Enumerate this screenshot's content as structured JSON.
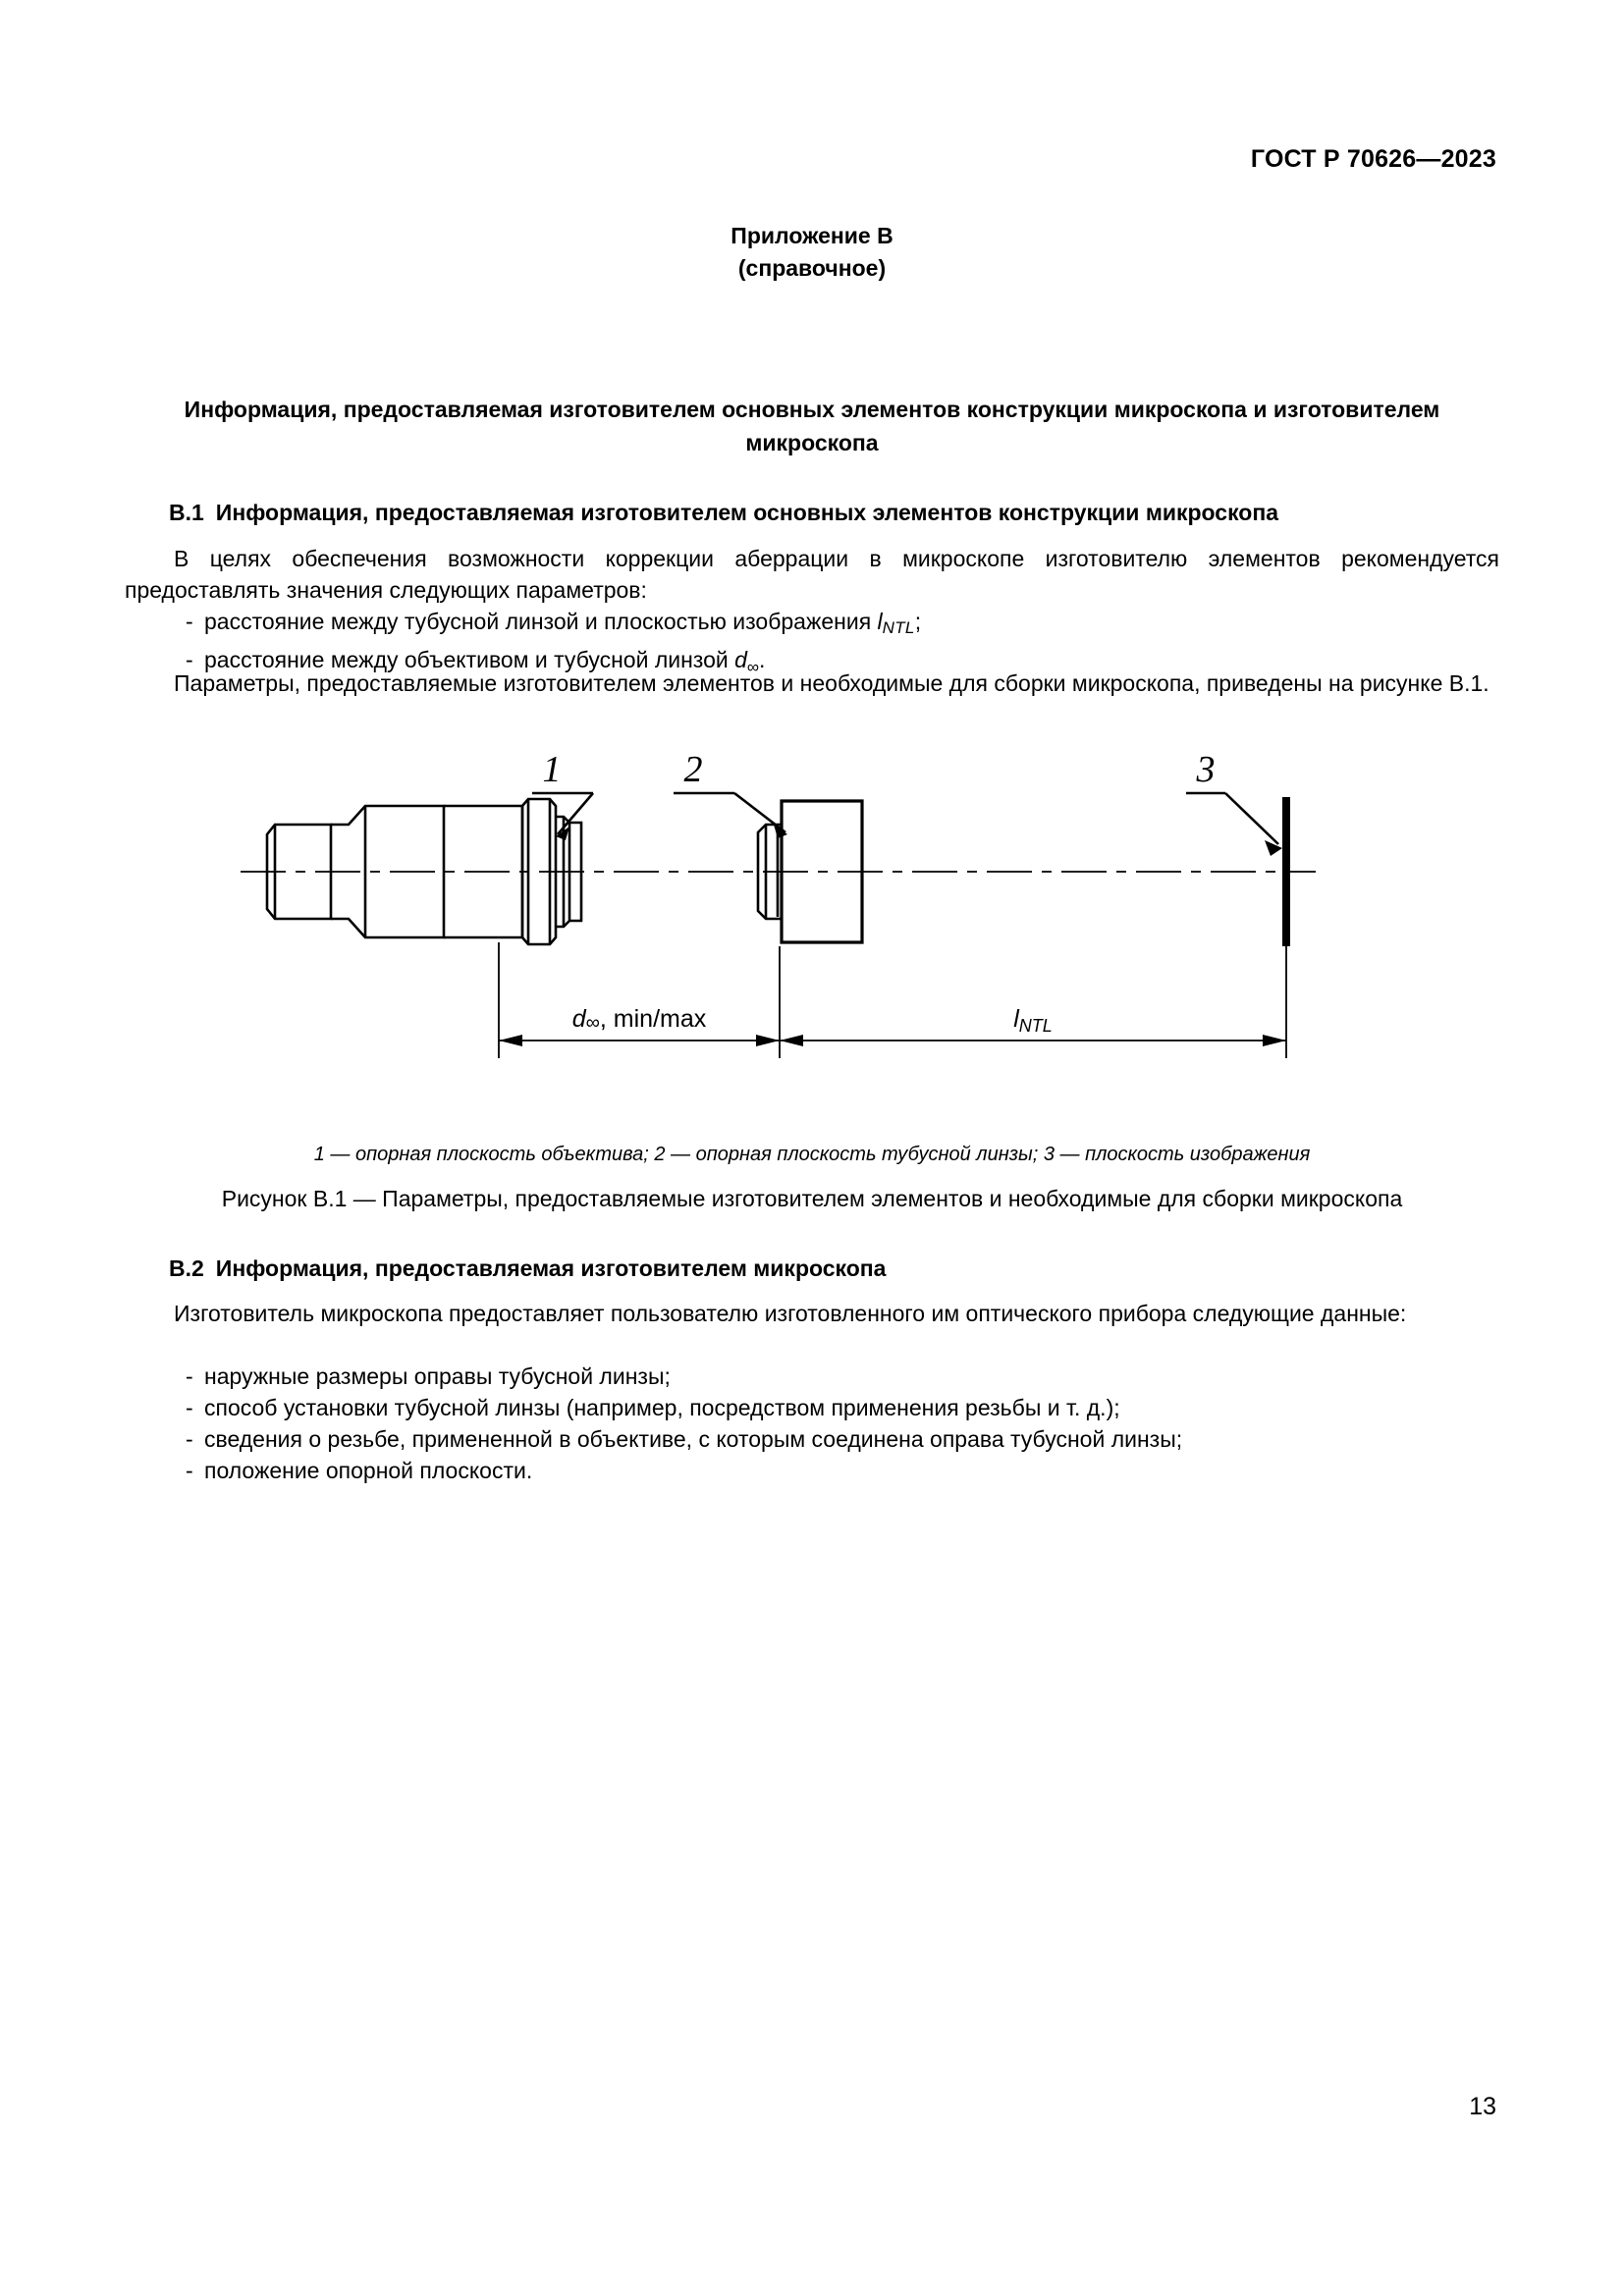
{
  "document": {
    "header_standard": "ГОСТ Р 70626—2023",
    "page_number": "13"
  },
  "appendix": {
    "title": "Приложение В",
    "subtitle": "(справочное)"
  },
  "main_title": {
    "line1": "Информация, предоставляемая изготовителем основных элементов конструкции микроскопа",
    "line2": "и изготовителем микроскопа"
  },
  "section_b1": {
    "number": "В.1",
    "heading": "Информация, предоставляемая изготовителем основных элементов конструкции микроскопа",
    "paragraph": "В целях обеспечения возможности коррекции аберрации в микроскопе изготовителю элементов рекомендуется предоставлять значения следующих параметров:",
    "bullets": [
      {
        "text_before": "расстояние между тубусной линзой и плоскостью изображения ",
        "symbol": "l",
        "subscript": "NTL",
        "text_after": ";"
      },
      {
        "text_before": "расстояние между объективом и тубусной линзой ",
        "symbol": "d",
        "subscript": "∞",
        "text_after": "."
      }
    ],
    "paragraph2": "Параметры, предоставляемые изготовителем элементов и необходимые для сборки микроскопа, приведены на рисунке В.1."
  },
  "figure": {
    "labels": {
      "callout_1": "1",
      "callout_2": "2",
      "callout_3": "3",
      "dim_d": "d",
      "dim_d_sub": "∞",
      "dim_d_suffix": ", min/max",
      "dim_l": "l",
      "dim_l_sub": "NTL"
    },
    "legend": "1 — опорная плоскость объектива; 2 — опорная плоскость тубусной линзы; 3 — плоскость изображения",
    "caption": "Рисунок В.1 — Параметры, предоставляемые изготовителем элементов и необходимые для сборки микроскопа"
  },
  "section_b2": {
    "number": "В.2",
    "heading": "Информация, предоставляемая изготовителем микроскопа",
    "paragraph": "Изготовитель микроскопа предоставляет пользователю изготовленного им оптического прибора следующие данные:",
    "bullets": [
      "наружные размеры оправы тубусной линзы;",
      "способ установки тубусной линзы (например, посредством применения резьбы и т. д.);",
      "сведения о резьбе, примененной в объективе, с которым соединена оправа тубусной линзы;",
      "положение опорной плоскости."
    ]
  },
  "colors": {
    "ink": "#000000",
    "paper": "#ffffff"
  }
}
